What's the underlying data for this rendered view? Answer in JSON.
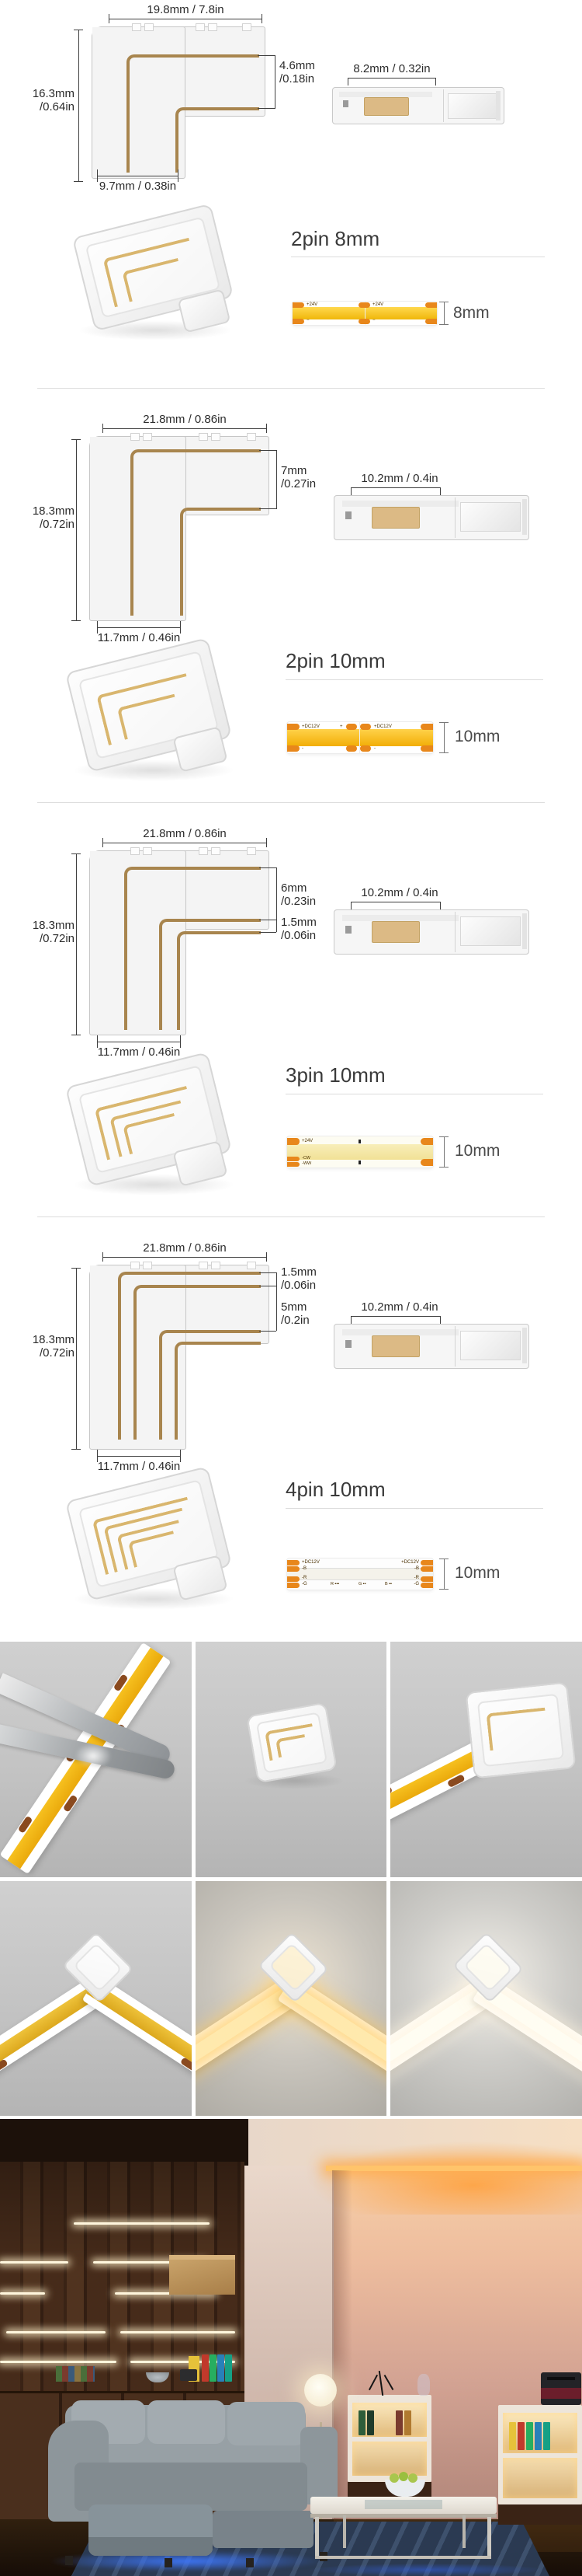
{
  "colors": {
    "strip_yellow": "#f2b90d",
    "pad_orange": "#e8871b",
    "wire_tan": "#a8854e",
    "cove_glow_warm": "#ff9a2e",
    "underglow_blue": "#2f6bff"
  },
  "sections": [
    {
      "title": "2pin 8mm",
      "top": "19.8mm / 7.8in",
      "left_mm": "16.3mm",
      "left_in": "/0.64in",
      "r1_mm": "4.6mm",
      "r1_in": "/0.18in",
      "bottom": "9.7mm / 0.38in",
      "side": "8.2mm / 0.32in",
      "size": "8mm",
      "pads": {
        "tl": "+24V",
        "tm": "+24V",
        "bl": "−",
        "bm": "−"
      }
    },
    {
      "title": "2pin 10mm",
      "top": "21.8mm / 0.86in",
      "left_mm": "18.3mm",
      "left_in": "/0.72in",
      "r1_mm": "7mm",
      "r1_in": "/0.27in",
      "bottom": "11.7mm / 0.46in",
      "side": "10.2mm / 0.4in",
      "size": "10mm",
      "pads": {
        "tl": "+DC12V",
        "mid_plus": "+",
        "tm": "+DC12V",
        "bl": "-",
        "bm": "-"
      }
    },
    {
      "title": "3pin 10mm",
      "top": "21.8mm / 0.86in",
      "left_mm": "18.3mm",
      "left_in": "/0.72in",
      "r1_mm": "6mm",
      "r1_in": "/0.23in",
      "r2_mm": "1.5mm",
      "r2_in": "/0.06in",
      "bottom": "11.7mm / 0.46in",
      "side": "10.2mm / 0.4in",
      "size": "10mm",
      "pads": {
        "tl": "+24V",
        "bl1": "-CW",
        "bl2": "-WW"
      }
    },
    {
      "title": "4pin 10mm",
      "top": "21.8mm / 0.86in",
      "left_mm": "18.3mm",
      "left_in": "/0.72in",
      "r1_mm": "1.5mm",
      "r1_in": "/0.06in",
      "r2_mm": "5mm",
      "r2_in": "/0.2in",
      "bottom": "11.7mm / 0.46in",
      "side": "10.2mm / 0.4in",
      "size": "10mm",
      "pads": {
        "tl": "+DC12V",
        "tl2": "-B",
        "bl1": "-R",
        "bl2": "-G",
        "tr": "+DC12V",
        "tr2": "-B",
        "br1": "-R",
        "br2": "-G"
      },
      "comp": {
        "r": "R",
        "g": "G",
        "b": "B"
      }
    }
  ],
  "photos": [
    {
      "name": "scissors-cutting-cob-strip"
    },
    {
      "name": "l-connector-product"
    },
    {
      "name": "connector-with-strip-inserted"
    },
    {
      "name": "corner-joint-unlit"
    },
    {
      "name": "corner-joint-lit-warm-white"
    },
    {
      "name": "corner-joint-lit-cool-white"
    }
  ],
  "room": {
    "name": "living-room-application-photo"
  }
}
